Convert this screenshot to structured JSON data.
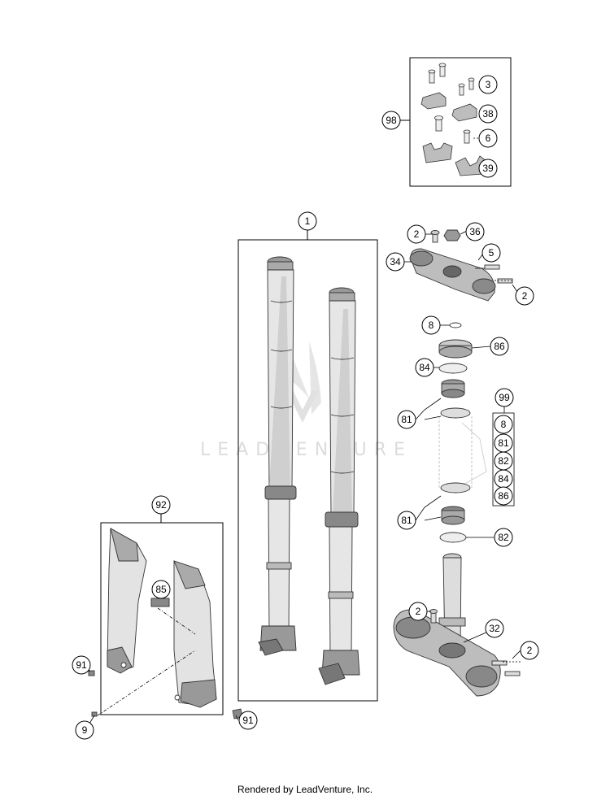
{
  "diagram": {
    "watermark_text": "LEADVENTURE",
    "footer_text": "Rendered by LeadVenture, Inc.",
    "callouts": {
      "c98": "98",
      "c3": "3",
      "c38": "38",
      "c6": "6",
      "c39": "39",
      "c1": "1",
      "c2_top": "2",
      "c36": "36",
      "c5": "5",
      "c34": "34",
      "c2_clamp": "2",
      "c8": "8",
      "c86": "86",
      "c84": "84",
      "c99": "99",
      "c99_8": "8",
      "c99_81": "81",
      "c99_82": "82",
      "c99_84": "84",
      "c99_86": "86",
      "c81_top": "81",
      "c81_bottom": "81",
      "c82": "82",
      "c2_stem": "2",
      "c32": "32",
      "c2_bottom": "2",
      "c92": "92",
      "c85": "85",
      "c91_left": "91",
      "c9": "9",
      "c91_bottom": "91"
    }
  }
}
